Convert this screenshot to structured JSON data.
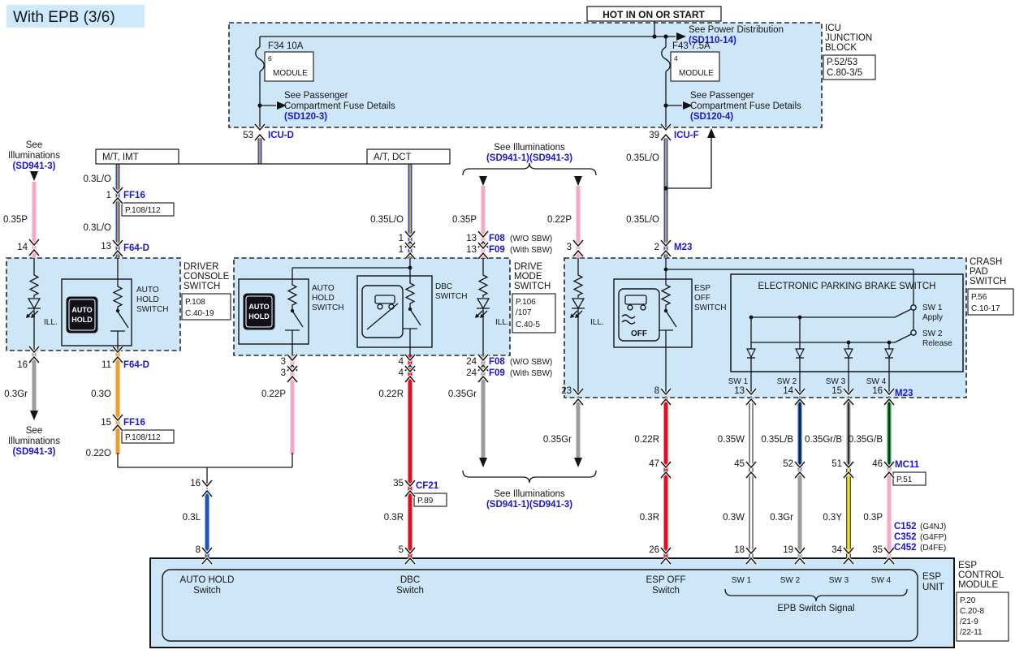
{
  "colors": {
    "panel_fill": "#cde7f8",
    "link_blue": "#1a16cf",
    "wire_pink": "#f6a8c8",
    "wire_orange": "#f29a2a",
    "wire_gray": "#9c9c9c",
    "wire_red": "#e60c1e",
    "wire_blue": "#1c56c0",
    "wire_yellow": "#f2e21a",
    "wire_green": "#1f9e45",
    "wire_white": "#ffffff"
  },
  "header": {
    "title": "With EPB (3/6)",
    "hot": "HOT IN ON OR START"
  },
  "icu": {
    "power_see": "See Power Distribution",
    "power_ref": "(SD110-14)",
    "fuse1": {
      "name": "F34 10A",
      "slot": "6",
      "module": "MODULE"
    },
    "fuse2": {
      "name": "F43 7.5A",
      "slot": "4",
      "module": "MODULE"
    },
    "pass1": {
      "l1": "See Passenger",
      "l2": "Compartment Fuse Details",
      "ref": "(SD120-3)"
    },
    "pass2": {
      "l1": "See Passenger",
      "l2": "Compartment Fuse Details",
      "ref": "(SD120-4)"
    },
    "block": {
      "l1": "ICU",
      "l2": "JUNCTION",
      "l3": "BLOCK",
      "page": "P.52/53",
      "conn": "C.80-3/5"
    },
    "pin53": "53",
    "icud": "ICU-D",
    "pin39": "39",
    "icuf": "ICU-F"
  },
  "illum": {
    "see": "See",
    "illuminations": "Illuminations",
    "see_illuminations": "See Illuminations",
    "ref3": "(SD941-3)",
    "ref13": "(SD941-1)(SD941-3)"
  },
  "left": {
    "w1": "0.35P",
    "pin14": "14",
    "mt": "M/T, IMT",
    "at": "A/T, DCT",
    "w2": "0.3L/O",
    "pin1": "1",
    "ff16": "FF16",
    "ff16_page": "P.108/112",
    "w3": "0.3L/O",
    "pin13": "13",
    "f64d": "F64-D"
  },
  "console": {
    "ill": "ILL.",
    "btn": [
      "AUTO",
      "HOLD"
    ],
    "label": [
      "AUTO",
      "HOLD",
      "SWITCH"
    ],
    "name": [
      "DRIVER",
      "CONSOLE",
      "SWITCH"
    ],
    "page": "P.108",
    "conn": "C.40-19",
    "pin16": "16",
    "w_gray": "0.3Gr",
    "pin11": "11",
    "f64d": "F64-D",
    "w_o1": "0.3O",
    "pin15": "15",
    "ff16": "FF16",
    "ff16_page": "P.108/112",
    "w_o2": "0.22O"
  },
  "mid": {
    "w_in": "0.35L/O",
    "pin_in": [
      "1",
      "1"
    ],
    "btn": [
      "AUTO",
      "HOLD"
    ],
    "ah_label": [
      "AUTO",
      "HOLD",
      "SWITCH"
    ],
    "dbc_label": [
      "DBC",
      "SWITCH"
    ],
    "ill": "ILL.",
    "name": [
      "DRIVE",
      "MODE",
      "SWITCH"
    ],
    "page": [
      "P.106",
      "/107",
      "C.40-5"
    ],
    "pins3": [
      "3",
      "3"
    ],
    "w_p": "0.22P",
    "pins4": [
      "4",
      "4"
    ],
    "w_r": "0.22R",
    "pins24": [
      "24",
      "24"
    ],
    "w_gr": "0.35Gr",
    "f08": "F08",
    "f08s": "(W/O SBW)",
    "f09": "F09",
    "f09s": "(With SBW)"
  },
  "ctr": {
    "w_p1": "0.35P",
    "pins13": [
      "13",
      "13"
    ],
    "f08": "F08",
    "f08s": "(W/O SBW)",
    "f09": "F09",
    "f09s": "(With SBW)",
    "w_p2": "0.22P",
    "pin3": "3"
  },
  "feed": {
    "w1": "0.35L/O",
    "w2": "0.35L/O",
    "pin2": "2",
    "m23": "M23"
  },
  "crash": {
    "ill": "ILL.",
    "off": "OFF",
    "label": [
      "ESP",
      "OFF",
      "SWITCH"
    ],
    "epb_title": "ELECTRONIC PARKING BRAKE SWITCH",
    "sw1": "SW 1",
    "apply": "Apply",
    "sw2": "SW 2",
    "release": "Release",
    "cols": [
      "SW 1",
      "SW 2",
      "SW 3",
      "SW 4"
    ],
    "name": [
      "CRASH",
      "PAD",
      "SWITCH"
    ],
    "page": "P.56",
    "conn": "C.10-17"
  },
  "lower": {
    "pin23": "23",
    "w_gr": "0.35Gr",
    "pin8": "8",
    "w_r1": "0.22R",
    "pin47": "47",
    "w_r2": "0.3R",
    "pin26": "26",
    "pins_top": [
      "13",
      "14",
      "15",
      "16"
    ],
    "m23": "M23",
    "w_top": [
      "0.35W",
      "0.35L/B",
      "0.35Gr/B",
      "0.35G/B"
    ],
    "pins_mid": [
      "45",
      "52",
      "51",
      "46"
    ],
    "mc11": "MC11",
    "mc11_page": "P.51",
    "w_bot": [
      "0.3W",
      "0.3Gr",
      "0.3Y",
      "0.3P"
    ],
    "pins_bot": [
      "18",
      "19",
      "34",
      "35"
    ],
    "c_conns": [
      {
        "name": "C152",
        "suffix": "(G4NJ)"
      },
      {
        "name": "C352",
        "suffix": "(G4FP)"
      },
      {
        "name": "C452",
        "suffix": "(D4FE)"
      }
    ]
  },
  "junc": {
    "pin16": "16",
    "w_l": "0.3L",
    "pin8": "8",
    "pin35": "35",
    "cf21": "CF21",
    "cf21_page": "P.89",
    "w_r": "0.3R",
    "pin5": "5"
  },
  "esp": {
    "in_ah": [
      "AUTO HOLD",
      "Switch"
    ],
    "in_dbc": [
      "DBC",
      "Switch"
    ],
    "in_esp": [
      "ESP OFF",
      "Switch"
    ],
    "sw": [
      "SW 1",
      "SW 2",
      "SW 3",
      "SW 4"
    ],
    "signal": "EPB Switch Signal",
    "unit": [
      "ESP",
      "UNIT"
    ],
    "name": [
      "ESP",
      "CONTROL",
      "MODULE"
    ],
    "page": "P.20",
    "conns": [
      "C.20-8",
      "/21-9",
      "/22-11"
    ]
  }
}
